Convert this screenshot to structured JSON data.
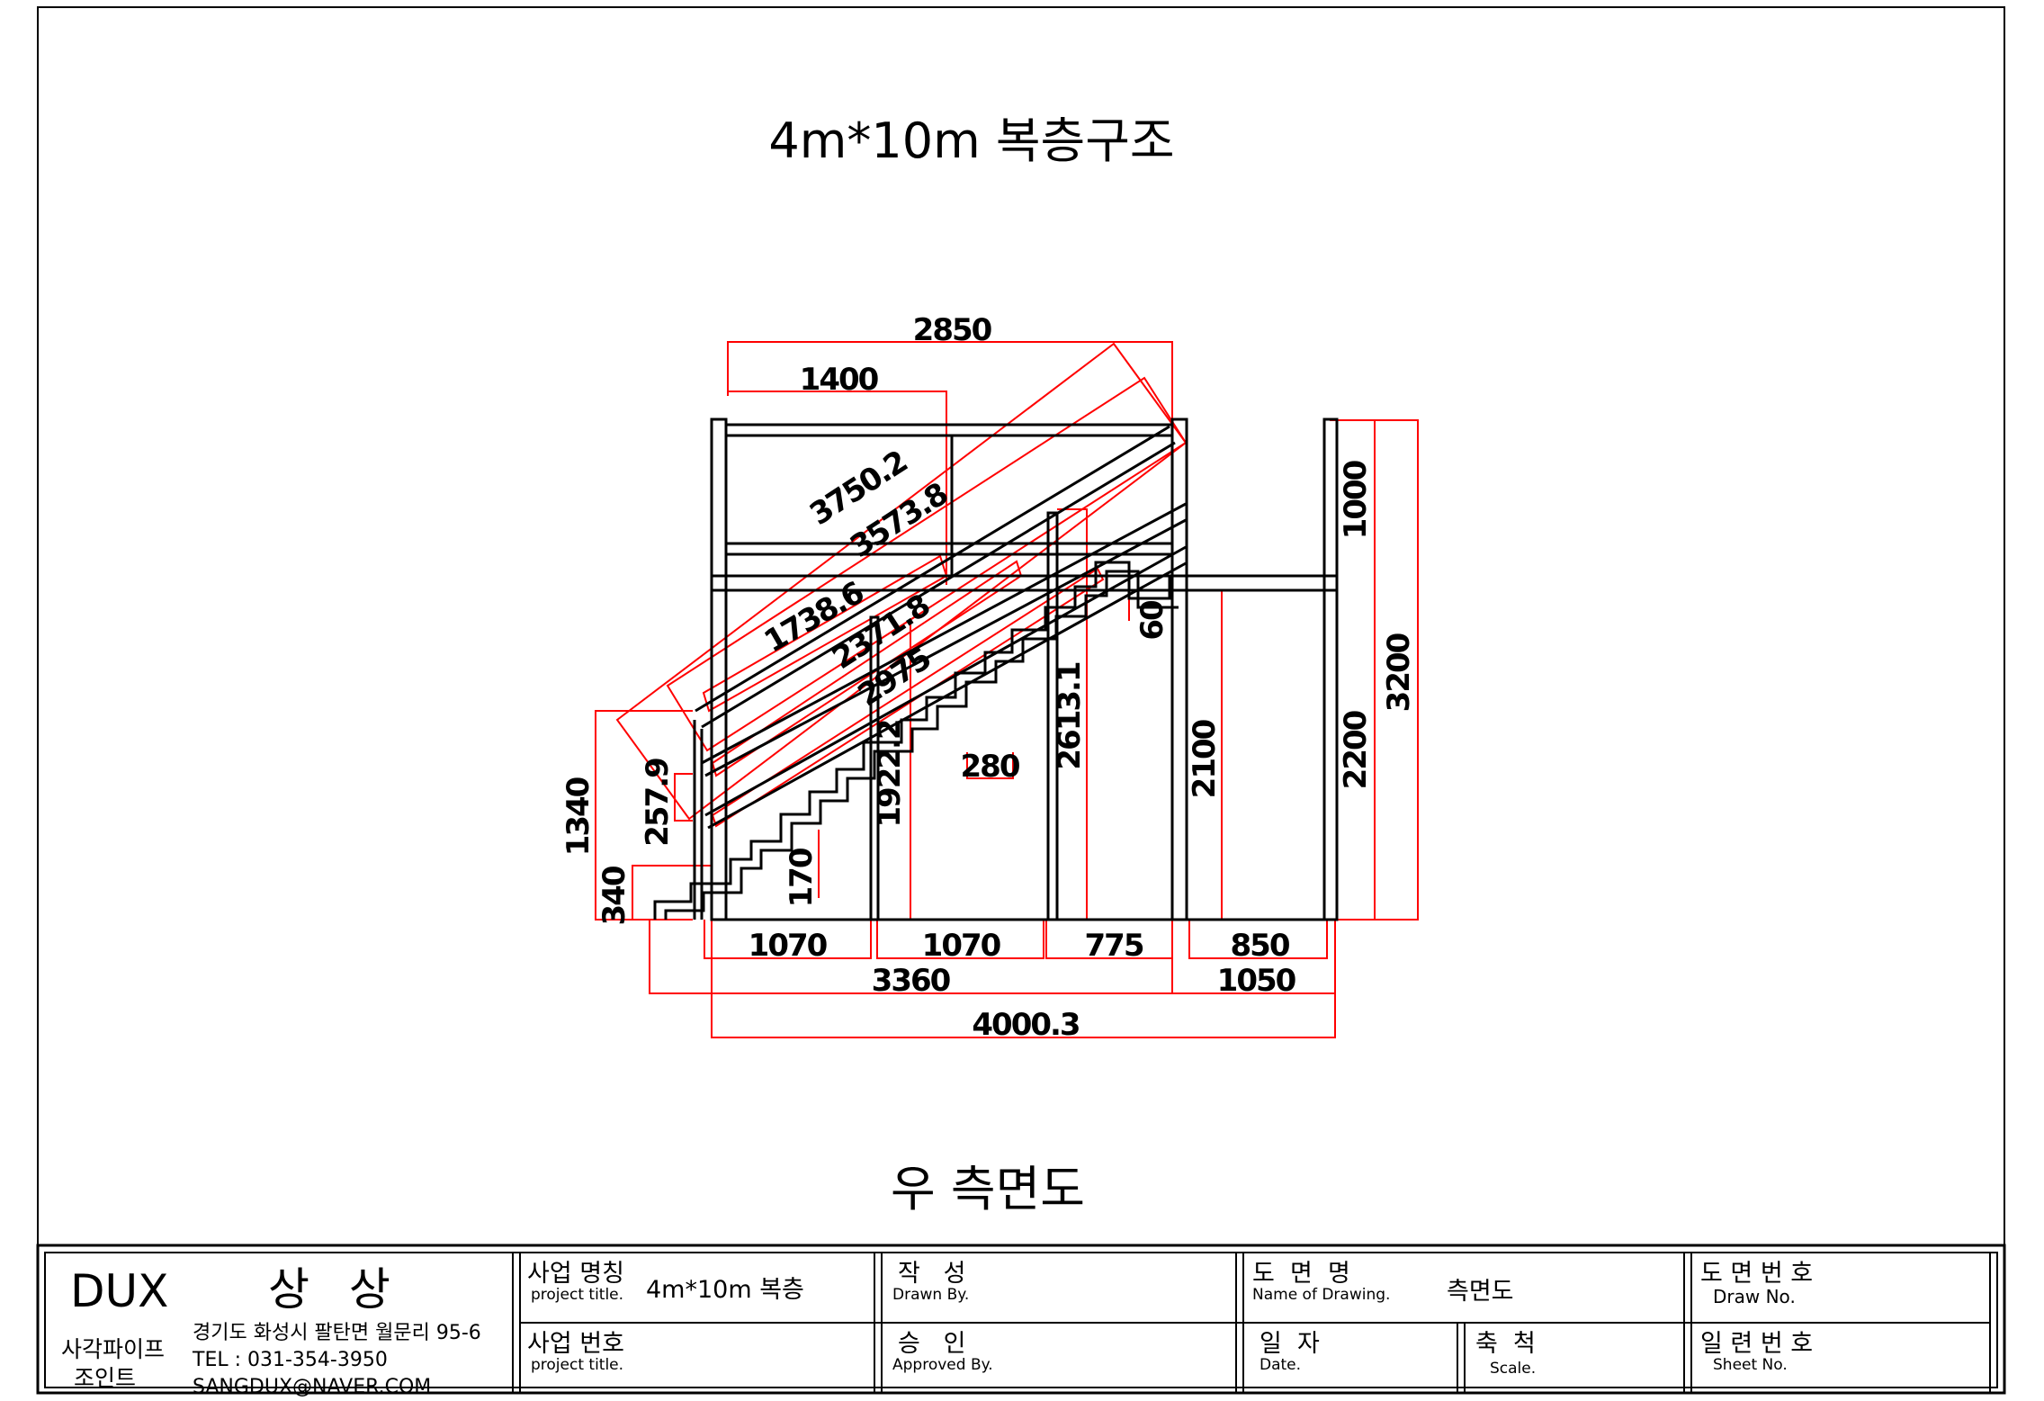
{
  "drawing": {
    "title": "4m*10m 복층구조",
    "view_label": "우 측면도"
  },
  "dimensions": {
    "d2850": "2850",
    "d1400": "1400",
    "d3750_2": "3750.2",
    "d3573_8": "3573.8",
    "d1738_6": "1738.6",
    "d2371_8": "2371.8",
    "d2975": "2975",
    "d1922_2": "1922.2",
    "d280": "280",
    "d2613_1": "2613.1",
    "d60": "60",
    "d2100": "2100",
    "d1000": "1000",
    "d3200": "3200",
    "d2200": "2200",
    "d1340": "1340",
    "d257_9": "257.9",
    "d340": "340",
    "d170": "170",
    "d1070a": "1070",
    "d1070b": "1070",
    "d775": "775",
    "d850": "850",
    "d3360": "3360",
    "d1050": "1050",
    "d4000_3": "4000.3"
  },
  "title_block": {
    "brand": "DUX",
    "company_name": "상 상",
    "company_type_line1": "사각파이프",
    "company_type_line2": "조인트",
    "address": "경기도 화성시 팔탄면 월문리 95-6",
    "tel": "TEL : 031-354-3950",
    "email": "SANGDUX@NAVER.COM",
    "project_title_ko": "사업 명칭",
    "project_title_en": "project title.",
    "project_title_value": "4m*10m 복층",
    "project_no_ko": "사업 번호",
    "project_no_en": "project title.",
    "drawn_ko": "작   성",
    "drawn_en": "Drawn By.",
    "approved_ko": "승   인",
    "approved_en": "Approved By.",
    "drawing_name_ko": "도  면  명",
    "drawing_name_en": "Name of Drawing.",
    "drawing_name_value": "측면도",
    "date_ko": "일  자",
    "date_en": "Date.",
    "scale_ko": "축  척",
    "scale_en": "Scale.",
    "draw_no_ko": "도 면 번 호",
    "draw_no_en": "Draw No.",
    "sheet_no_ko": "일 련 번 호",
    "sheet_no_en": "Sheet No."
  },
  "colors": {
    "structure": "#000000",
    "dimension_lines": "#ff0000",
    "background": "#ffffff"
  }
}
